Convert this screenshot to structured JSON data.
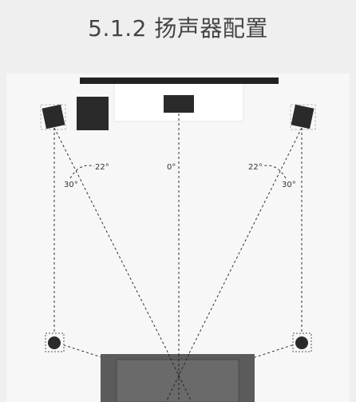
{
  "title": "5.1.2 扬声器配置",
  "angles": {
    "center": "0°",
    "left_inner": "22°",
    "left_outer": "30°",
    "right_inner": "22°",
    "right_outer": "30°"
  },
  "colors": {
    "page_bg": "#efefef",
    "room_bg": "#f7f7f7",
    "speaker": "#2a2a2a",
    "sofa": "#5b5b5b",
    "tv": "#222222",
    "dash": "#333333"
  }
}
